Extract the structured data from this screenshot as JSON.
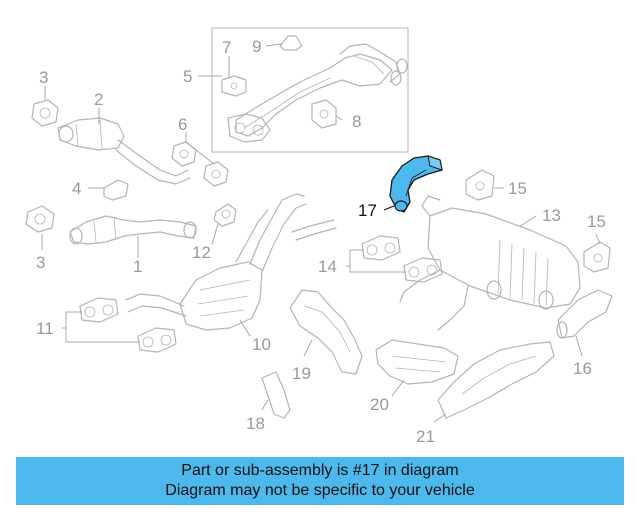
{
  "diagram": {
    "callouts": [
      {
        "id": "c1",
        "label": "1"
      },
      {
        "id": "c2",
        "label": "2"
      },
      {
        "id": "c3a",
        "label": "3"
      },
      {
        "id": "c3b",
        "label": "3"
      },
      {
        "id": "c4",
        "label": "4"
      },
      {
        "id": "c5",
        "label": "5"
      },
      {
        "id": "c6",
        "label": "6"
      },
      {
        "id": "c7",
        "label": "7"
      },
      {
        "id": "c8",
        "label": "8"
      },
      {
        "id": "c9",
        "label": "9"
      },
      {
        "id": "c10",
        "label": "10"
      },
      {
        "id": "c11",
        "label": "11"
      },
      {
        "id": "c12",
        "label": "12"
      },
      {
        "id": "c13",
        "label": "13"
      },
      {
        "id": "c14",
        "label": "14"
      },
      {
        "id": "c15a",
        "label": "15"
      },
      {
        "id": "c15b",
        "label": "15"
      },
      {
        "id": "c16",
        "label": "16"
      },
      {
        "id": "c17",
        "label": "17"
      },
      {
        "id": "c18",
        "label": "18"
      },
      {
        "id": "c19",
        "label": "19"
      },
      {
        "id": "c20",
        "label": "20"
      },
      {
        "id": "c21",
        "label": "21"
      }
    ],
    "highlight_color": "#4cb8ec",
    "highlighted_part": "17"
  },
  "banner": {
    "line1": "Part or sub-assembly is #17 in diagram",
    "line2": "Diagram may not be specific to your vehicle",
    "background": "#4cb8ec"
  }
}
